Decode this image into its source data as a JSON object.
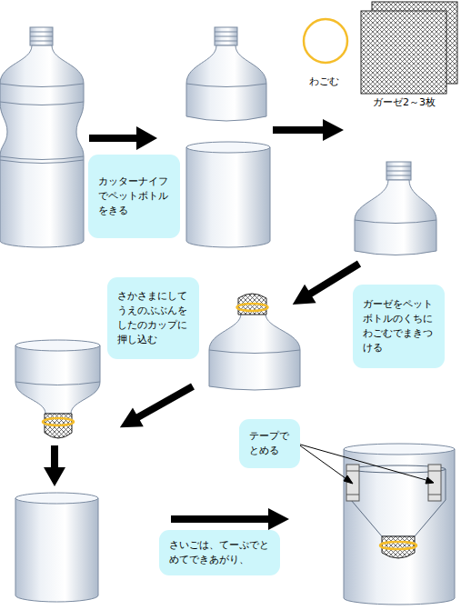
{
  "diagram": {
    "nodes": [
      {
        "text": [
          "カッターナイフでペットボトルをきる"
        ]
      },
      {
        "text": [
          "ガーゼをペットボトルのくちにわごむでまきつける"
        ]
      },
      {
        "text": [
          "さかさまにしてうえのぶぶんをしたのカップに押し込む"
        ]
      },
      {
        "text": [
          "テープでとめる"
        ]
      },
      {
        "text": [
          "さいごは、てーぷでとめてできあがり、"
        ]
      }
    ],
    "labels": [
      "わごむ",
      "ガーゼ2～3枚"
    ]
  }
}
